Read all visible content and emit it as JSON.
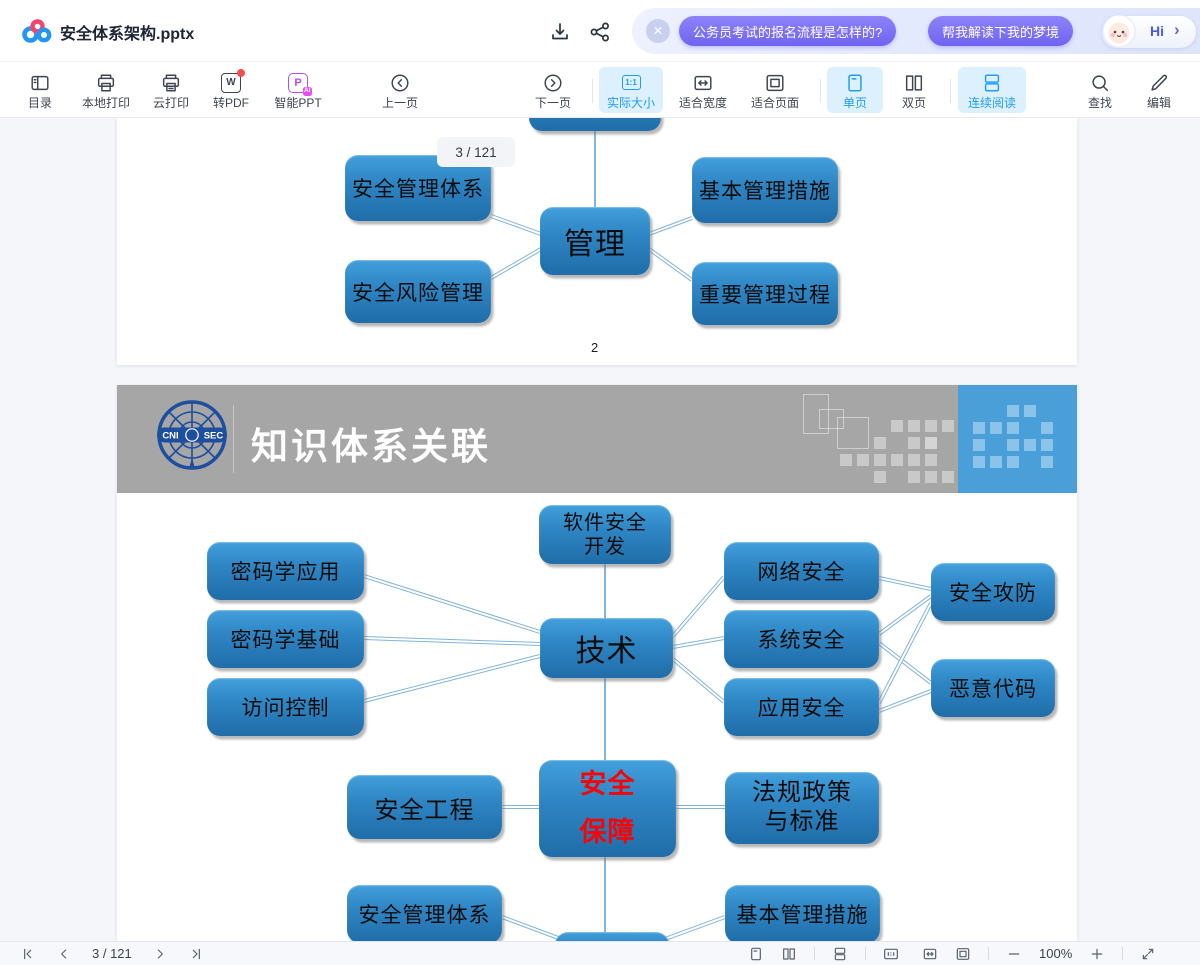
{
  "titlebar": {
    "filename": "安全体系架构.pptx",
    "pills": [
      "公务员考试的报名流程是怎样的?",
      "帮我解读下我的梦境"
    ],
    "hi": "Hi",
    "close": "✕",
    "chevron": "›"
  },
  "toolbar": {
    "toc": "目录",
    "local_print": "本地打印",
    "cloud_print": "云打印",
    "to_pdf": "转PDF",
    "smart_ppt": "智能PPT",
    "prev": "上一页",
    "next": "下一页",
    "page_display": "3 / 121",
    "actual_size": "实际大小",
    "fit_width": "适合宽度",
    "fit_page": "适合页面",
    "single": "单页",
    "double": "双页",
    "continuous": "连续阅读",
    "find": "查找",
    "edit": "编辑",
    "one_to_one": "1:1",
    "w_badge": "W",
    "p_badge": "P",
    "ai_badge": "AI"
  },
  "slide1": {
    "nodes": {
      "tl": "安全管理体系",
      "tr": "基本管理措施",
      "center": "管理",
      "bl": "安全风险管理",
      "br": "重要管理过程"
    },
    "page_number": "2"
  },
  "slide2": {
    "title": "知识体系关联",
    "logo_left": "CNI",
    "logo_right": "SEC",
    "nodes": {
      "soft_dev": "软件安全\n开发",
      "crypto_app": "密码学应用",
      "crypto_base": "密码学基础",
      "access": "访问控制",
      "tech": "技术",
      "net": "网络安全",
      "sys": "系统安全",
      "app": "应用安全",
      "attack": "安全攻防",
      "malware": "恶意代码",
      "eng": "安全工程",
      "assure": "安全\n保障",
      "law": "法规政策\n与标准",
      "mgmt_sys": "安全管理体系",
      "mgmt_measures": "基本管理措施"
    }
  },
  "statusbar": {
    "page_display": "3 / 121",
    "zoom": "100%"
  },
  "colors": {
    "accent": "#1f9df3",
    "active_bg": "#dcf0fe",
    "node_top": "#3b97d6",
    "node_bottom": "#1e6ba6",
    "banner_gray": "#a6a6a6",
    "banner_blue": "#4a9fd9",
    "node_text_red": "#f50505",
    "pill_purple": "#6f63f1",
    "logo_blue": "#1d4f9e"
  }
}
